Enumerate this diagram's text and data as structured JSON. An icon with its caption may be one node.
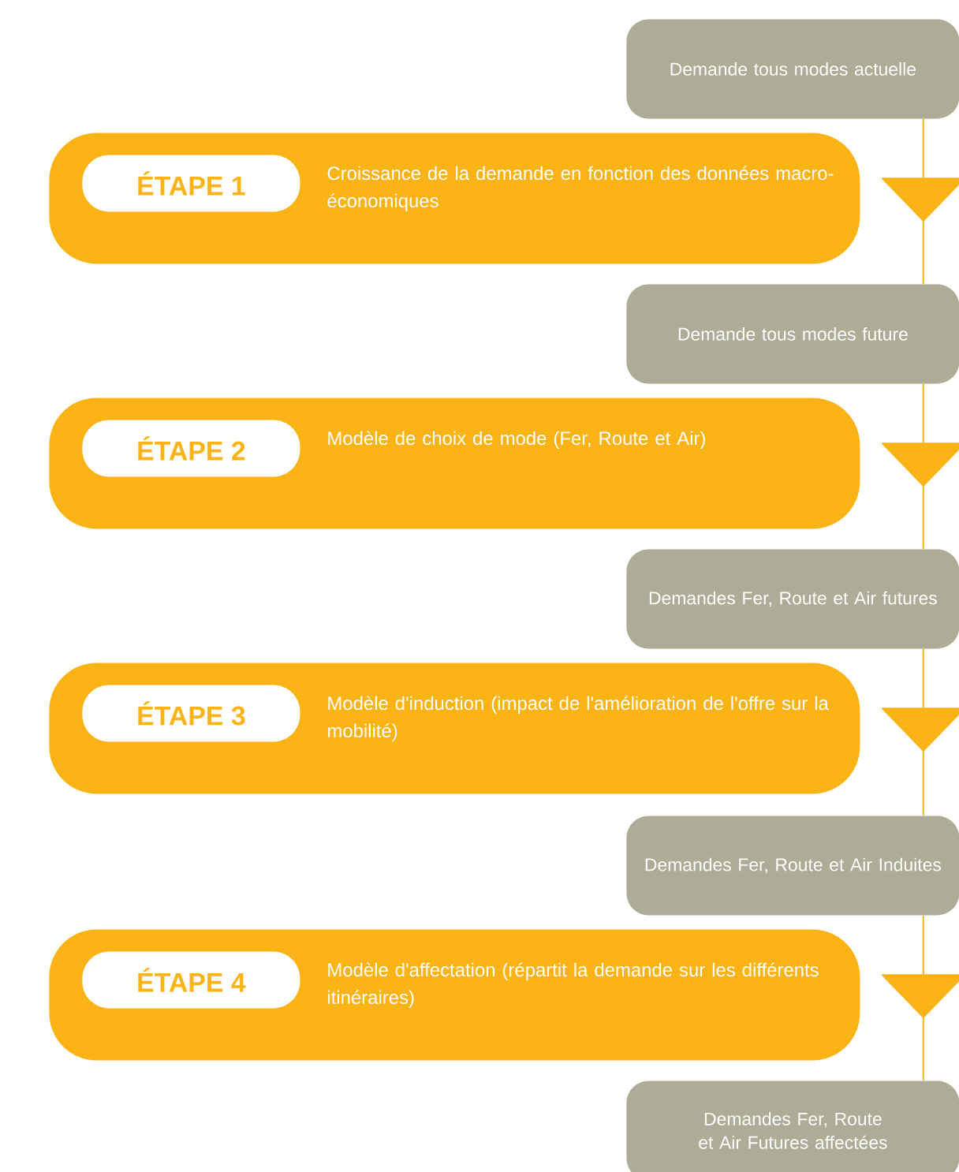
{
  "diagram": {
    "nodes": [
      {
        "text": [
          "Demande tous modes actuelle"
        ]
      },
      {
        "text": [
          "Croissance de la demande en fonction des données macro-économiques"
        ]
      },
      {
        "text": [
          "ÉTAPE 1"
        ],
        "in": 1
      },
      {
        "text": [
          "Demande tous modes future"
        ]
      },
      {
        "text": [
          "Modèle de choix de mode (Fer, Route et Air)"
        ]
      },
      {
        "text": [
          "ÉTAPE 2"
        ],
        "in": 4
      },
      {
        "text": [
          "Demandes Fer, Route et Air futures"
        ]
      },
      {
        "text": [
          "Modèle d'induction (impact de l'amélioration de l'offre sur la mobilité)"
        ]
      },
      {
        "text": [
          "ÉTAPE 3"
        ],
        "in": 7
      },
      {
        "text": [
          "Demandes Fer, Route et Air Induites"
        ]
      },
      {
        "text": [
          "Modèle d'affectation (répartit la demande sur les différents itinéraires)"
        ]
      },
      {
        "text": [
          "ÉTAPE 4"
        ],
        "in": 10
      },
      {
        "text": [
          "Demandes Fer, Route et Air Futures affectées"
        ]
      }
    ],
    "edges": [
      {
        "from": 0,
        "to": 3,
        "arrow": "to"
      },
      {
        "from": 3,
        "to": 6,
        "arrow": "to"
      },
      {
        "from": 6,
        "to": 9,
        "arrow": "to"
      },
      {
        "from": 9,
        "to": 12,
        "arrow": "to"
      }
    ]
  }
}
